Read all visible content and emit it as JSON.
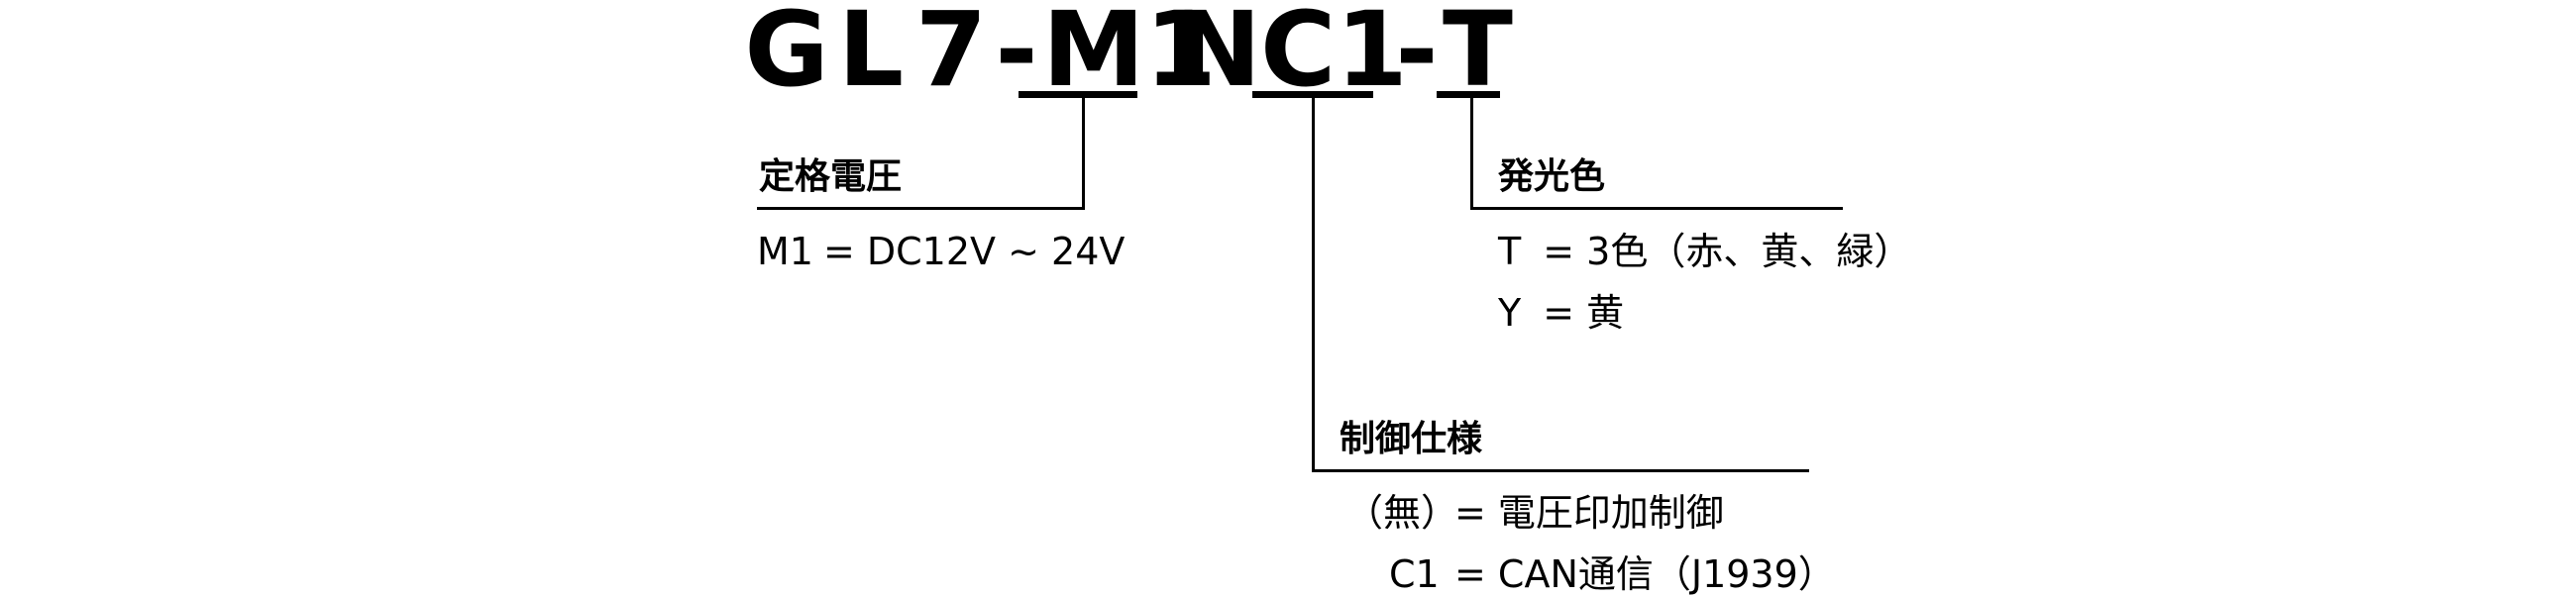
{
  "model_code": {
    "part_1": "G",
    "part_2": "L",
    "part_3": "7",
    "part_4": "-",
    "part_5": "M1",
    "part_6": "N",
    "part_7": "C1",
    "part_8": "-",
    "part_9": "T"
  },
  "voltage": {
    "label": "定格電圧",
    "options": [
      {
        "key": "M1",
        "value": "= DC12V ~ 24V"
      }
    ]
  },
  "color": {
    "label": "発光色",
    "options": [
      {
        "key": "T",
        "value": "= 3色（赤、黄、緑）"
      },
      {
        "key": "Y",
        "value": "= 黄"
      }
    ]
  },
  "control": {
    "label": "制御仕様",
    "options": [
      {
        "key": "（無）",
        "value": "= 電圧印加制御"
      },
      {
        "key": "C1",
        "value": "= CAN通信（J1939）"
      }
    ]
  }
}
